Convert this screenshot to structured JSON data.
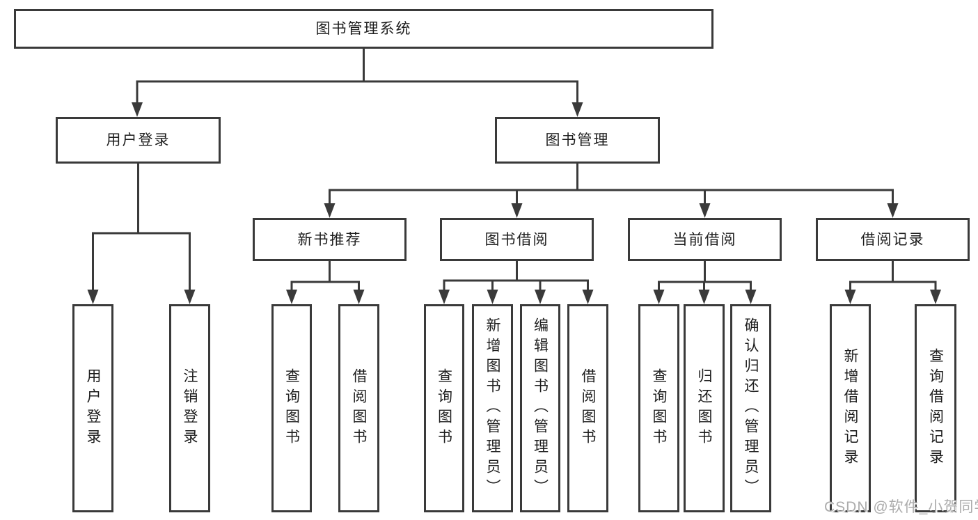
{
  "diagram_title": "图书管理系统",
  "watermark": "CSDN @软件_小贺同学",
  "colors": {
    "line": "#3a3a3a",
    "box_border": "#3a3a3a",
    "text": "#1e1e1e",
    "background": "#ffffff",
    "watermark": "#acacac"
  },
  "nodes": [
    {
      "id": "root",
      "label": "图书管理系统",
      "level": 1,
      "parent": null
    },
    {
      "id": "user-login",
      "label": "用户登录",
      "level": 2,
      "parent": "root"
    },
    {
      "id": "book-management",
      "label": "图书管理",
      "level": 2,
      "parent": "root"
    },
    {
      "id": "new-book-recommend",
      "label": "新书推荐",
      "level": 3,
      "parent": "book-management"
    },
    {
      "id": "book-borrowing",
      "label": "图书借阅",
      "level": 3,
      "parent": "book-management"
    },
    {
      "id": "current-borrowing",
      "label": "当前借阅",
      "level": 3,
      "parent": "book-management"
    },
    {
      "id": "borrow-records",
      "label": "借阅记录",
      "level": 3,
      "parent": "book-management"
    },
    {
      "id": "leaf-user-login",
      "label": "用户登录",
      "level": 4,
      "parent": "user-login"
    },
    {
      "id": "leaf-logout",
      "label": "注销登录",
      "level": 4,
      "parent": "user-login"
    },
    {
      "id": "leaf-query-books-rec",
      "label": "查询图书",
      "level": 4,
      "parent": "new-book-recommend"
    },
    {
      "id": "leaf-borrow-books-rec",
      "label": "借阅图书",
      "level": 4,
      "parent": "new-book-recommend"
    },
    {
      "id": "leaf-query-books-bor",
      "label": "查询图书",
      "level": 4,
      "parent": "book-borrowing"
    },
    {
      "id": "leaf-add-books-admin",
      "label": "新增图书（管理员）",
      "level": 4,
      "parent": "book-borrowing"
    },
    {
      "id": "leaf-edit-books-admin",
      "label": "编辑图书（管理员）",
      "level": 4,
      "parent": "book-borrowing"
    },
    {
      "id": "leaf-borrow-books",
      "label": "借阅图书",
      "level": 4,
      "parent": "book-borrowing"
    },
    {
      "id": "leaf-query-books-cur",
      "label": "查询图书",
      "level": 4,
      "parent": "current-borrowing"
    },
    {
      "id": "leaf-return-books",
      "label": "归还图书",
      "level": 4,
      "parent": "current-borrowing"
    },
    {
      "id": "leaf-confirm-return",
      "label": "确认归还（管理员）",
      "level": 4,
      "parent": "current-borrowing"
    },
    {
      "id": "leaf-add-borrow-record",
      "label": "新增借阅记录",
      "level": 4,
      "parent": "borrow-records"
    },
    {
      "id": "leaf-query-borrow-record",
      "label": "查询借阅记录",
      "level": 4,
      "parent": "borrow-records"
    }
  ]
}
